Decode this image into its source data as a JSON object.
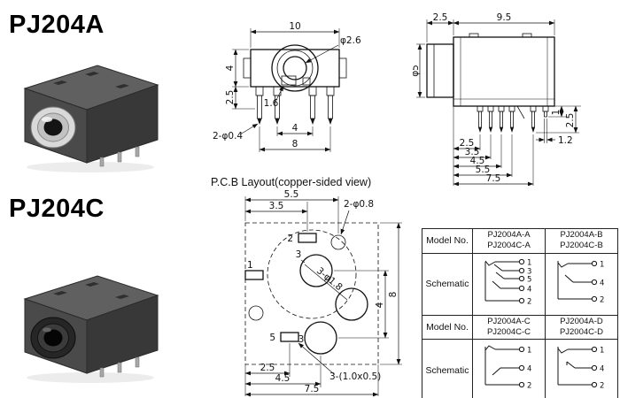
{
  "page": {
    "bg": "#ffffff",
    "line": "#111111"
  },
  "products": [
    {
      "title": "PJ204A",
      "barrel_color": "#d9d9d9",
      "barrel_ring": "#c2c2c2"
    },
    {
      "title": "PJ204C",
      "barrel_color": "#262626",
      "barrel_ring": "#3b3b3b"
    }
  ],
  "front_view": {
    "caption": "P.C.B Layout(copper-sided view)",
    "dims": {
      "width": "10",
      "height": "4",
      "lower": "2.5",
      "hole_dia": "φ2.6",
      "slot": "1.6",
      "pin_note": "2-φ0.4",
      "span_inner": "4",
      "span_outer": "8"
    }
  },
  "side_view": {
    "dims": {
      "barrel_len": "2.5",
      "body_len": "9.5",
      "barrel_dia": "φ5",
      "drop1": "1",
      "drop2": "2.5",
      "term_w": "1.2",
      "p1": "2.5",
      "p2": "3.5",
      "p3": "4.5",
      "p4": "5.5",
      "p5": "7.5"
    }
  },
  "pcb_view": {
    "dims": {
      "top_outer": "5.5",
      "top_inner": "3.5",
      "holes_note": "2-φ0.8",
      "big_note": "3-φ1.8",
      "span": "4",
      "height": "8",
      "b1": "2.5",
      "b2": "4.5",
      "b3": "7.5",
      "slot_note": "3-(1.0x0.5)"
    },
    "pins": {
      "p1": "1",
      "p2": "2",
      "p3": "3",
      "p3b": "3",
      "p5": "5"
    }
  },
  "table": {
    "model_label": "Model No.",
    "schematic_label": "Schematic",
    "models": [
      [
        "PJ2004A-A",
        "PJ2004C-A"
      ],
      [
        "PJ2004A-B",
        "PJ2004C-B"
      ],
      [
        "PJ2004A-C",
        "PJ2004C-C"
      ],
      [
        "PJ2004A-D",
        "PJ2004C-D"
      ]
    ],
    "schematic_pins": [
      [
        "1",
        "3",
        "5",
        "4",
        "2"
      ],
      [
        "1",
        "4",
        "2"
      ],
      [
        "1",
        "4",
        "2"
      ],
      [
        "1",
        "4",
        "2"
      ]
    ]
  }
}
